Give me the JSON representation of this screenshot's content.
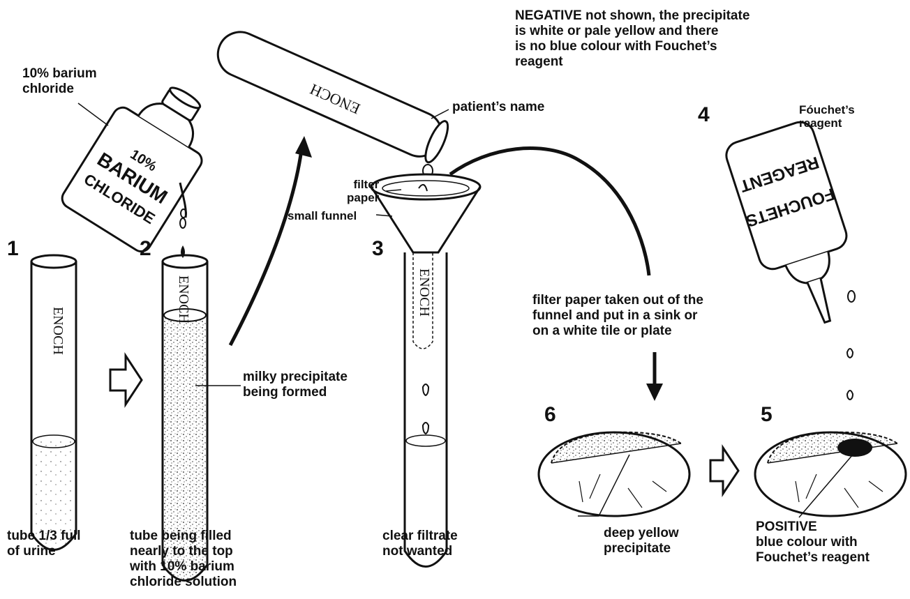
{
  "steps": {
    "s1": "1",
    "s2": "2",
    "s3": "3",
    "s4": "4",
    "s5": "5",
    "s6": "6"
  },
  "labels": {
    "barium_bottle": "10% barium\nchloride",
    "bottle_text_1": "10%",
    "bottle_text_2": "BARIUM",
    "bottle_text_3": "CHLORIDE",
    "tube_name": "ENOCH",
    "patient_name": "patient’s name",
    "negative": "NEGATIVE not shown, the precipitate\nis white or pale yellow and there\nis no blue colour with Fouchet’s\nreagent",
    "fouchet_reagent": "Fóuchet’s\nreagent",
    "fouchet_bottle_1": "REAGENT",
    "fouchet_bottle_2": "FOUCHETS",
    "filter_paper": "filter\npaper",
    "small_funnel": "small funnel",
    "milky": "milky precipitate\nbeing formed",
    "tube_third": "tube 1/3 full\nof urine",
    "tube_filling": "tube being filled\nnearly to the top\nwith 10% barium\nchloride solution",
    "clear_filtrate": "clear filtrate\nnot wanted",
    "filter_taken": "filter paper taken out of the\nfunnel and put in a sink or\non a white tile or plate",
    "deep_yellow": "deep yellow\nprecipitate",
    "positive_title": "POSITIVE",
    "positive_desc": "blue colour with\nFouchet’s reagent"
  }
}
